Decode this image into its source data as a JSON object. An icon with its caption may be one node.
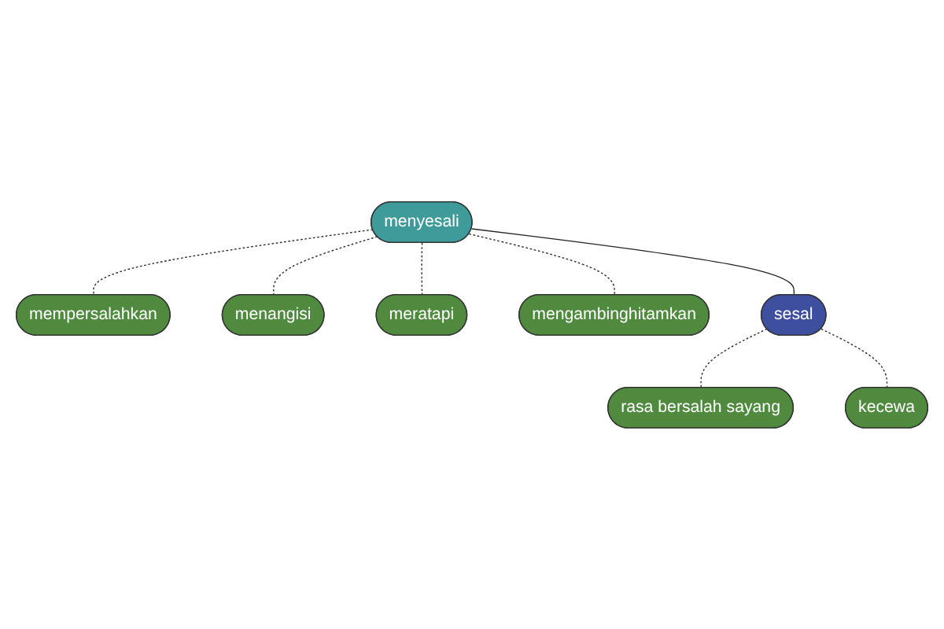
{
  "diagram": {
    "nodes": [
      {
        "text": [
          "mempersalahkan"
        ]
      },
      {
        "text": [
          "menangisi"
        ]
      },
      {
        "text": [
          "menyesali"
        ]
      },
      {
        "text": [
          "meratapi"
        ]
      },
      {
        "text": [
          "mengambinghitamkan"
        ]
      },
      {
        "text": [
          "sesal"
        ]
      },
      {
        "text": [
          "rasa bersalah sayang"
        ]
      },
      {
        "text": [
          "kecewa"
        ]
      }
    ],
    "edges": [
      {
        "from": 2,
        "to": 0,
        "arrow": "none",
        "style": "dashed"
      },
      {
        "from": 2,
        "to": 1,
        "arrow": "none",
        "style": "dashed"
      },
      {
        "from": 2,
        "to": 3,
        "arrow": "none",
        "style": "dashed"
      },
      {
        "from": 2,
        "to": 4,
        "arrow": "none",
        "style": "dashed"
      },
      {
        "from": 2,
        "to": 5,
        "arrow": "none"
      },
      {
        "from": 5,
        "to": 6,
        "arrow": "none",
        "style": "dashed"
      },
      {
        "from": 5,
        "to": 7,
        "arrow": "none",
        "style": "dashed"
      }
    ]
  }
}
